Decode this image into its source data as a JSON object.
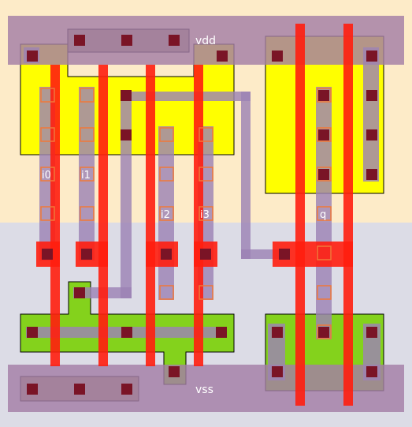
{
  "rails": {
    "top": "vdd",
    "bottom": "vss"
  },
  "nets": {
    "i0": "i0",
    "i1": "i1",
    "i2": "i2",
    "i3": "i3",
    "q": "q"
  },
  "colors": {
    "nwell": "#fdebc8",
    "pwell": "#dcdce6",
    "ndiff": "#84d21c",
    "pdiff": "#ffff00",
    "poly": "#ff1e0e",
    "metal1": "#9c82b4",
    "metal1_rail": "#a47ea6",
    "contact": "#7a1426",
    "via_outline": "#f07838",
    "tap": "#a89870"
  }
}
